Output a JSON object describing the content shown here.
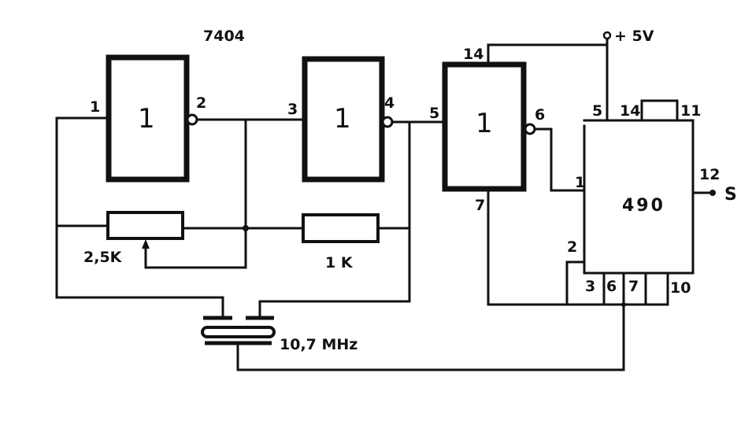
{
  "title": "7404",
  "gates": [
    {
      "symbol": "1",
      "in_pin": "1",
      "out_pin": "2"
    },
    {
      "symbol": "1",
      "in_pin": "3",
      "out_pin": "4"
    },
    {
      "symbol": "1",
      "in_pin": "5",
      "out_pin": "6",
      "vcc_pin": "14",
      "gnd_pin": "7"
    }
  ],
  "counter": {
    "name": "490",
    "pins": {
      "p5": "5",
      "p14": "14",
      "p11": "11",
      "p12": "12",
      "p1": "1",
      "p2": "2",
      "p3": "3",
      "p6": "6",
      "p7": "7",
      "p10": "10"
    }
  },
  "supply": "+ 5V",
  "output": "S",
  "components": {
    "pot": "2,5K",
    "resistor": "1 K",
    "crystal": "10,7 MHz"
  }
}
